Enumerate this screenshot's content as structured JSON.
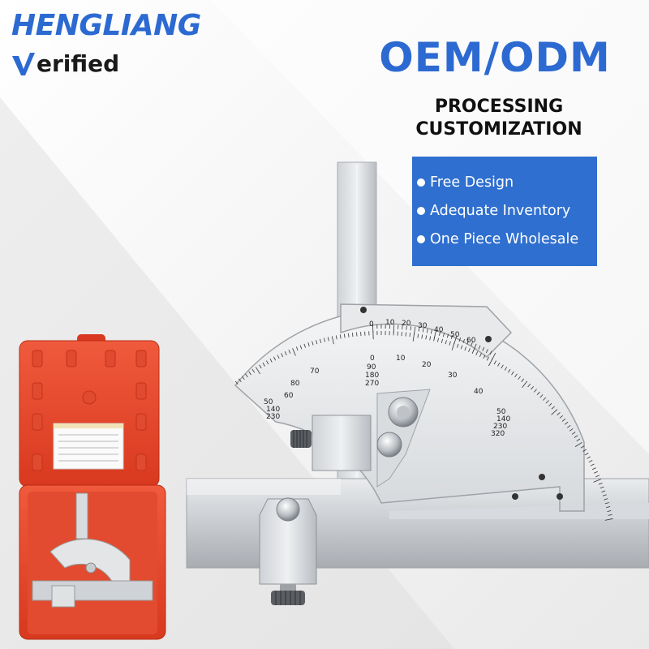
{
  "brand": {
    "name": "HENGLIANG",
    "verified": "erified",
    "color": "#2c6ad2"
  },
  "headline": "OEM/ODM",
  "subheadline": [
    "PROCESSING",
    "CUSTOMIZATION"
  ],
  "features": [
    {
      "label": "Free Design",
      "icon": "bullet-dot"
    },
    {
      "label": "Adequate Inventory",
      "icon": "bullet-dot"
    },
    {
      "label": "One Piece Wholesale",
      "icon": "bullet-dot"
    }
  ],
  "feature_box_color": "#2f6fcf",
  "case_color": "#e8432a",
  "product": {
    "outer_scale": [
      "80",
      "70",
      "60",
      "50",
      "0",
      "10",
      "20",
      "30",
      "40",
      "50"
    ],
    "inner_scale": [
      "0",
      "10",
      "20",
      "30",
      "40",
      "50",
      "60"
    ],
    "center_marks": [
      "90",
      "180",
      "270"
    ],
    "left_marks": [
      "140",
      "230"
    ],
    "right_marks": [
      "140",
      "230",
      "320"
    ]
  }
}
